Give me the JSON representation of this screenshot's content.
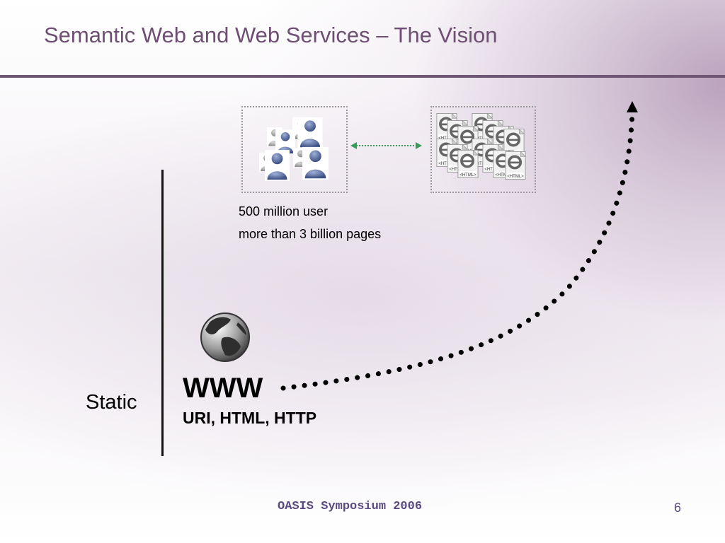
{
  "slide": {
    "title": "Semantic Web and Web Services – The Vision",
    "static_label": "Static",
    "www_label": "WWW",
    "protocols": "URI, HTML, HTTP",
    "stats": {
      "users": "500 million user",
      "pages": "more than 3 billion pages"
    },
    "footer": "OASIS Symposium 2006",
    "page_number": "6",
    "page_icon_label": "<HTML>",
    "colors": {
      "title": "#6e4f73",
      "rule": "#6f5674",
      "footer": "#5a4a80",
      "connector": "#3a9a5a"
    },
    "icons": [
      "users-group-icon",
      "html-page-icon",
      "globe-icon",
      "arrow-up-icon"
    ]
  }
}
